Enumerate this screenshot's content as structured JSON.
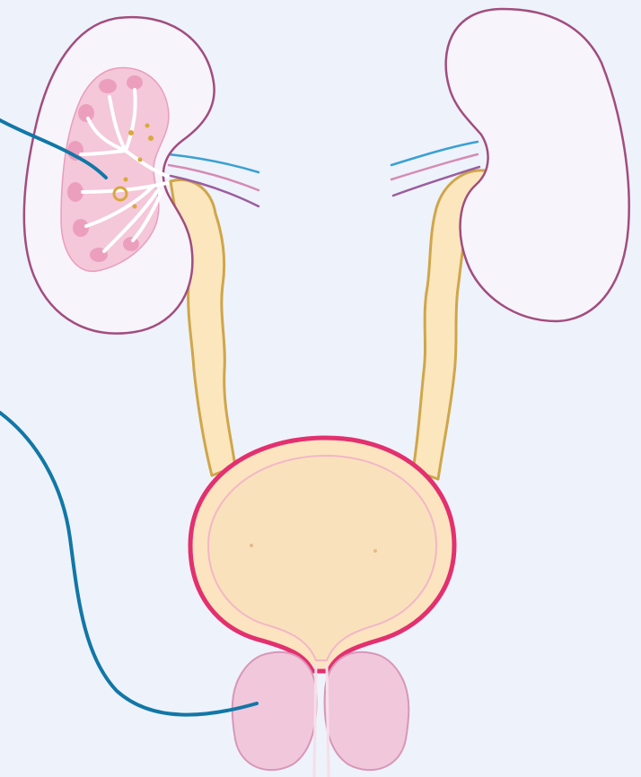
{
  "diagram": {
    "colors": {
      "background": "#eef2fb",
      "kidney_fill": "#f7f4fc",
      "kidney_outline": "#a24d7e",
      "medulla_fill": "#f4c7d9",
      "pyramid_fill": "#ec9fbd",
      "ureter_fill": "#fbe6be",
      "ureter_outline": "#cfa64a",
      "bladder_wall": "#e3306f",
      "bladder_fill": "#f9e2bb",
      "prostate_fill": "#f1c7dc",
      "prostate_outline": "#d897b8",
      "vessel_blue": "#3aa0d4",
      "vessel_pink": "#d58bb4",
      "vessel_purple": "#9b5e9e",
      "pointer_line": "#1177a6"
    },
    "parts": [
      "left-kidney",
      "renal-cortex",
      "renal-medulla",
      "renal-pelvis",
      "right-kidney",
      "renal-vessels",
      "left-ureter",
      "right-ureter",
      "bladder",
      "urethra",
      "prostate"
    ],
    "pointer_lines": 2
  }
}
